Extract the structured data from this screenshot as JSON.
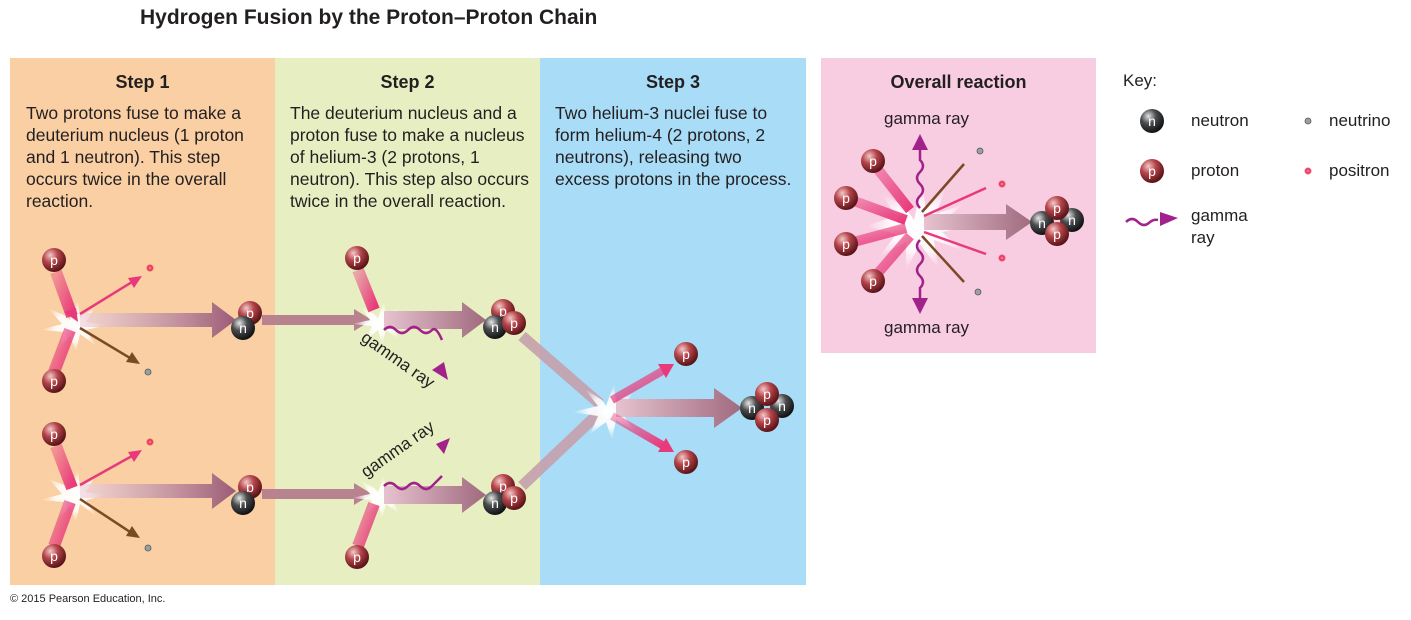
{
  "title": "Hydrogen Fusion by the Proton–Proton Chain",
  "steps": [
    {
      "heading": "Step 1",
      "text": "Two protons fuse to make a deuterium nucleus (1 proton and 1 neutron). This step occurs twice in the overall reaction."
    },
    {
      "heading": "Step 2",
      "text": "The deuterium nucleus and a proton fuse to make a nucleus of helium-3 (2 protons, 1 neutron). This step also occurs twice in the overall reaction."
    },
    {
      "heading": "Step 3",
      "text": "Two helium-3 nuclei fuse to form helium-4 (2 protons, 2 neutrons), releasing two excess protons in the process."
    }
  ],
  "overall": {
    "heading": "Overall reaction",
    "gamma_top": "gamma ray",
    "gamma_bottom": "gamma ray"
  },
  "step2_gamma": {
    "upper": "gamma ray",
    "lower": "gamma ray"
  },
  "particle_letters": {
    "proton": "p",
    "neutron": "n"
  },
  "key": {
    "title": "Key:",
    "neutron": "neutron",
    "neutrino": "neutrino",
    "proton": "proton",
    "positron": "positron",
    "gamma_line1": "gamma",
    "gamma_line2": "ray"
  },
  "colors": {
    "step1_bg": "#f9cfa3",
    "step2_bg": "#e7efc2",
    "step3_bg": "#a9dcf6",
    "overall_bg": "#f8cde2",
    "proton": "#a8323a",
    "neutron": "#2f3133",
    "positron": "#e8244f",
    "gamma": "#a1228a",
    "neutrino_arrow": "#7a4a24"
  },
  "copyright": "© 2015 Pearson Education, Inc."
}
